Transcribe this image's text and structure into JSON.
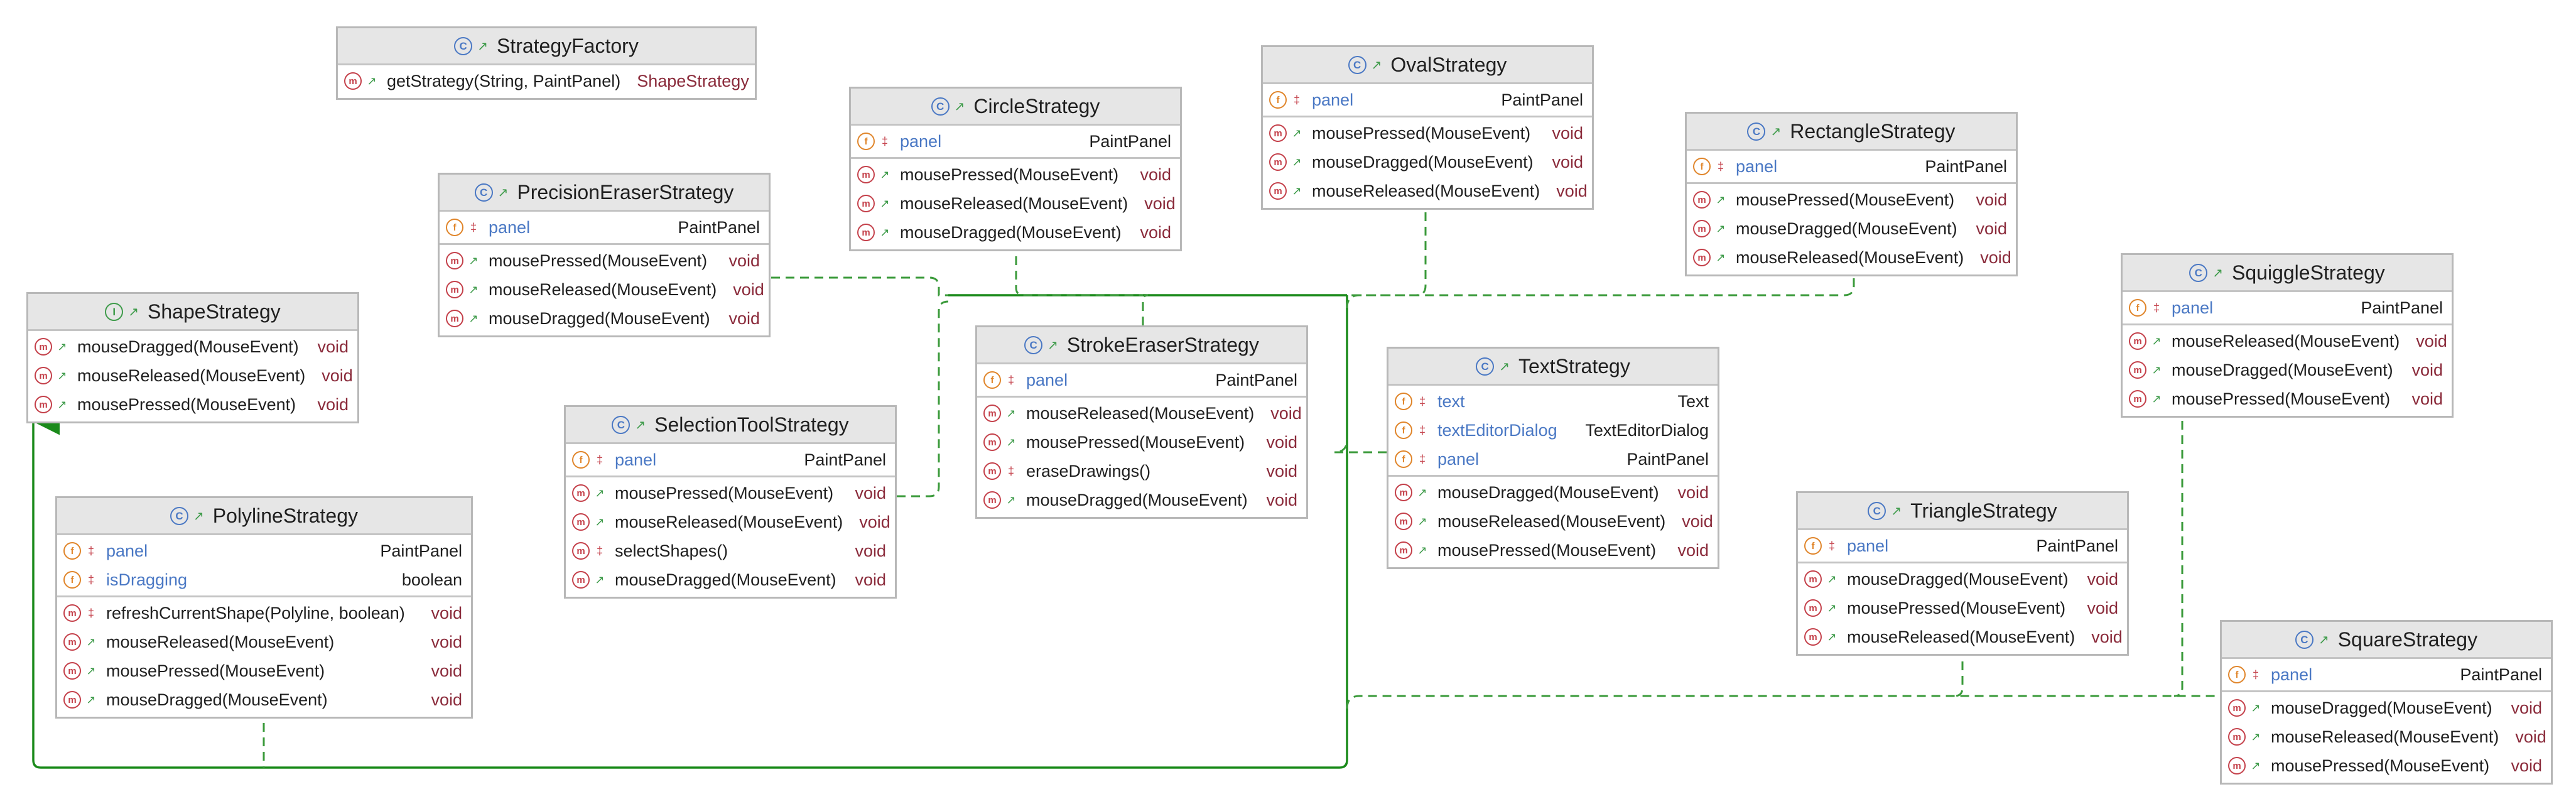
{
  "classes": {
    "StrategyFactory": {
      "name": "StrategyFactory",
      "kind": "class",
      "fields": [],
      "methods": [
        {
          "name": "getStrategy(String, PaintPanel)",
          "type": "ShapeStrategy",
          "access": "public"
        }
      ]
    },
    "ShapeStrategy": {
      "name": "ShapeStrategy",
      "kind": "interface",
      "fields": [],
      "methods": [
        {
          "name": "mouseDragged(MouseEvent)",
          "type": "void",
          "access": "public"
        },
        {
          "name": "mouseReleased(MouseEvent)",
          "type": "void",
          "access": "public"
        },
        {
          "name": "mousePressed(MouseEvent)",
          "type": "void",
          "access": "public"
        }
      ]
    },
    "PrecisionEraserStrategy": {
      "name": "PrecisionEraserStrategy",
      "kind": "class",
      "fields": [
        {
          "name": "panel",
          "type": "PaintPanel",
          "access": "private"
        }
      ],
      "methods": [
        {
          "name": "mousePressed(MouseEvent)",
          "type": "void",
          "access": "public"
        },
        {
          "name": "mouseReleased(MouseEvent)",
          "type": "void",
          "access": "public"
        },
        {
          "name": "mouseDragged(MouseEvent)",
          "type": "void",
          "access": "public"
        }
      ]
    },
    "CircleStrategy": {
      "name": "CircleStrategy",
      "kind": "class",
      "fields": [
        {
          "name": "panel",
          "type": "PaintPanel",
          "access": "private"
        }
      ],
      "methods": [
        {
          "name": "mousePressed(MouseEvent)",
          "type": "void",
          "access": "public"
        },
        {
          "name": "mouseReleased(MouseEvent)",
          "type": "void",
          "access": "public"
        },
        {
          "name": "mouseDragged(MouseEvent)",
          "type": "void",
          "access": "public"
        }
      ]
    },
    "OvalStrategy": {
      "name": "OvalStrategy",
      "kind": "class",
      "fields": [
        {
          "name": "panel",
          "type": "PaintPanel",
          "access": "private"
        }
      ],
      "methods": [
        {
          "name": "mousePressed(MouseEvent)",
          "type": "void",
          "access": "public"
        },
        {
          "name": "mouseDragged(MouseEvent)",
          "type": "void",
          "access": "public"
        },
        {
          "name": "mouseReleased(MouseEvent)",
          "type": "void",
          "access": "public"
        }
      ]
    },
    "RectangleStrategy": {
      "name": "RectangleStrategy",
      "kind": "class",
      "fields": [
        {
          "name": "panel",
          "type": "PaintPanel",
          "access": "private"
        }
      ],
      "methods": [
        {
          "name": "mousePressed(MouseEvent)",
          "type": "void",
          "access": "public"
        },
        {
          "name": "mouseDragged(MouseEvent)",
          "type": "void",
          "access": "public"
        },
        {
          "name": "mouseReleased(MouseEvent)",
          "type": "void",
          "access": "public"
        }
      ]
    },
    "SquiggleStrategy": {
      "name": "SquiggleStrategy",
      "kind": "class",
      "fields": [
        {
          "name": "panel",
          "type": "PaintPanel",
          "access": "private"
        }
      ],
      "methods": [
        {
          "name": "mouseReleased(MouseEvent)",
          "type": "void",
          "access": "public"
        },
        {
          "name": "mouseDragged(MouseEvent)",
          "type": "void",
          "access": "public"
        },
        {
          "name": "mousePressed(MouseEvent)",
          "type": "void",
          "access": "public"
        }
      ]
    },
    "StrokeEraserStrategy": {
      "name": "StrokeEraserStrategy",
      "kind": "class",
      "fields": [
        {
          "name": "panel",
          "type": "PaintPanel",
          "access": "private"
        }
      ],
      "methods": [
        {
          "name": "mouseReleased(MouseEvent)",
          "type": "void",
          "access": "public"
        },
        {
          "name": "mousePressed(MouseEvent)",
          "type": "void",
          "access": "public"
        },
        {
          "name": "eraseDrawings()",
          "type": "void",
          "access": "private"
        },
        {
          "name": "mouseDragged(MouseEvent)",
          "type": "void",
          "access": "public"
        }
      ]
    },
    "TextStrategy": {
      "name": "TextStrategy",
      "kind": "class",
      "fields": [
        {
          "name": "text",
          "type": "Text",
          "access": "private"
        },
        {
          "name": "textEditorDialog",
          "type": "TextEditorDialog",
          "access": "private"
        },
        {
          "name": "panel",
          "type": "PaintPanel",
          "access": "private"
        }
      ],
      "methods": [
        {
          "name": "mouseDragged(MouseEvent)",
          "type": "void",
          "access": "public"
        },
        {
          "name": "mouseReleased(MouseEvent)",
          "type": "void",
          "access": "public"
        },
        {
          "name": "mousePressed(MouseEvent)",
          "type": "void",
          "access": "public"
        }
      ]
    },
    "SelectionToolStrategy": {
      "name": "SelectionToolStrategy",
      "kind": "class",
      "fields": [
        {
          "name": "panel",
          "type": "PaintPanel",
          "access": "private"
        }
      ],
      "methods": [
        {
          "name": "mousePressed(MouseEvent)",
          "type": "void",
          "access": "public"
        },
        {
          "name": "mouseReleased(MouseEvent)",
          "type": "void",
          "access": "public"
        },
        {
          "name": "selectShapes()",
          "type": "void",
          "access": "private"
        },
        {
          "name": "mouseDragged(MouseEvent)",
          "type": "void",
          "access": "public"
        }
      ]
    },
    "PolylineStrategy": {
      "name": "PolylineStrategy",
      "kind": "class",
      "fields": [
        {
          "name": "panel",
          "type": "PaintPanel",
          "access": "private"
        },
        {
          "name": "isDragging",
          "type": "boolean",
          "access": "private",
          "nonfinal": true
        }
      ],
      "methods": [
        {
          "name": "refreshCurrentShape(Polyline, boolean)",
          "type": "void",
          "access": "private"
        },
        {
          "name": "mouseReleased(MouseEvent)",
          "type": "void",
          "access": "public"
        },
        {
          "name": "mousePressed(MouseEvent)",
          "type": "void",
          "access": "public"
        },
        {
          "name": "mouseDragged(MouseEvent)",
          "type": "void",
          "access": "public"
        }
      ]
    },
    "TriangleStrategy": {
      "name": "TriangleStrategy",
      "kind": "class",
      "fields": [
        {
          "name": "panel",
          "type": "PaintPanel",
          "access": "private"
        }
      ],
      "methods": [
        {
          "name": "mouseDragged(MouseEvent)",
          "type": "void",
          "access": "public"
        },
        {
          "name": "mousePressed(MouseEvent)",
          "type": "void",
          "access": "public"
        },
        {
          "name": "mouseReleased(MouseEvent)",
          "type": "void",
          "access": "public"
        }
      ]
    },
    "SquareStrategy": {
      "name": "SquareStrategy",
      "kind": "class",
      "fields": [
        {
          "name": "panel",
          "type": "PaintPanel",
          "access": "private"
        }
      ],
      "methods": [
        {
          "name": "mouseDragged(MouseEvent)",
          "type": "void",
          "access": "public"
        },
        {
          "name": "mouseReleased(MouseEvent)",
          "type": "void",
          "access": "public"
        },
        {
          "name": "mousePressed(MouseEvent)",
          "type": "void",
          "access": "public"
        }
      ]
    }
  },
  "colors": {
    "realization_line": "#3a9a3a",
    "inheritance_line": "#1a8a1a",
    "header_bg": "#e6e6e6",
    "border": "#b8b8b8",
    "method_icon": "#c4404a",
    "field_icon": "#e0852a",
    "class_icon": "#4a78c4",
    "interface_icon": "#3e9b4a",
    "field_name": "#4a78c4",
    "return_type": "#8a2a3a"
  },
  "icons": {
    "class": "class-c-icon",
    "interface": "interface-i-icon",
    "method": "method-m-icon",
    "field": "field-f-icon",
    "public": "public-access-icon",
    "private": "private-lock-icon"
  }
}
